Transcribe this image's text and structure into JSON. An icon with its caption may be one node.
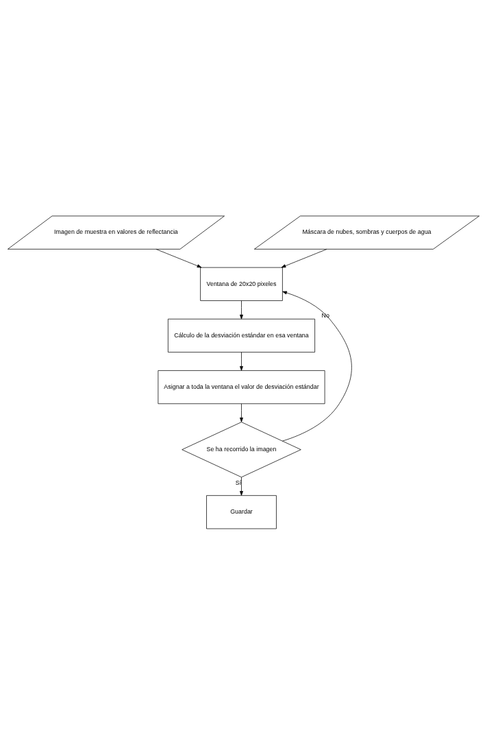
{
  "diagram": {
    "nodes": [
      {
        "text": [
          "Imagen de muestra en valores de reflectancia"
        ]
      },
      {
        "text": [
          "Máscara de nubes, sombras y cuerpos de agua"
        ]
      },
      {
        "text": [
          "Ventana de 20x20 pixeles"
        ]
      },
      {
        "text": [
          "Cálculo de la desviación estándar en esa ventana"
        ]
      },
      {
        "text": [
          "Asignar a toda la ventana el valor de desviación estándar"
        ]
      },
      {
        "text": [
          "Se ha recorrido la imagen"
        ]
      },
      {
        "text": [
          "Guardar"
        ]
      }
    ],
    "edges": [
      {
        "from": 0,
        "to": 2,
        "arrow": "to"
      },
      {
        "from": 1,
        "to": 2,
        "arrow": "to"
      },
      {
        "from": 2,
        "to": 3,
        "arrow": "to"
      },
      {
        "from": 3,
        "to": 4,
        "arrow": "to"
      },
      {
        "from": 4,
        "to": 5,
        "arrow": "to"
      },
      {
        "from": 5,
        "to": 2,
        "arrow": "to",
        "label": "No"
      },
      {
        "from": 5,
        "to": 6,
        "arrow": "to",
        "label": "Sí"
      }
    ]
  }
}
